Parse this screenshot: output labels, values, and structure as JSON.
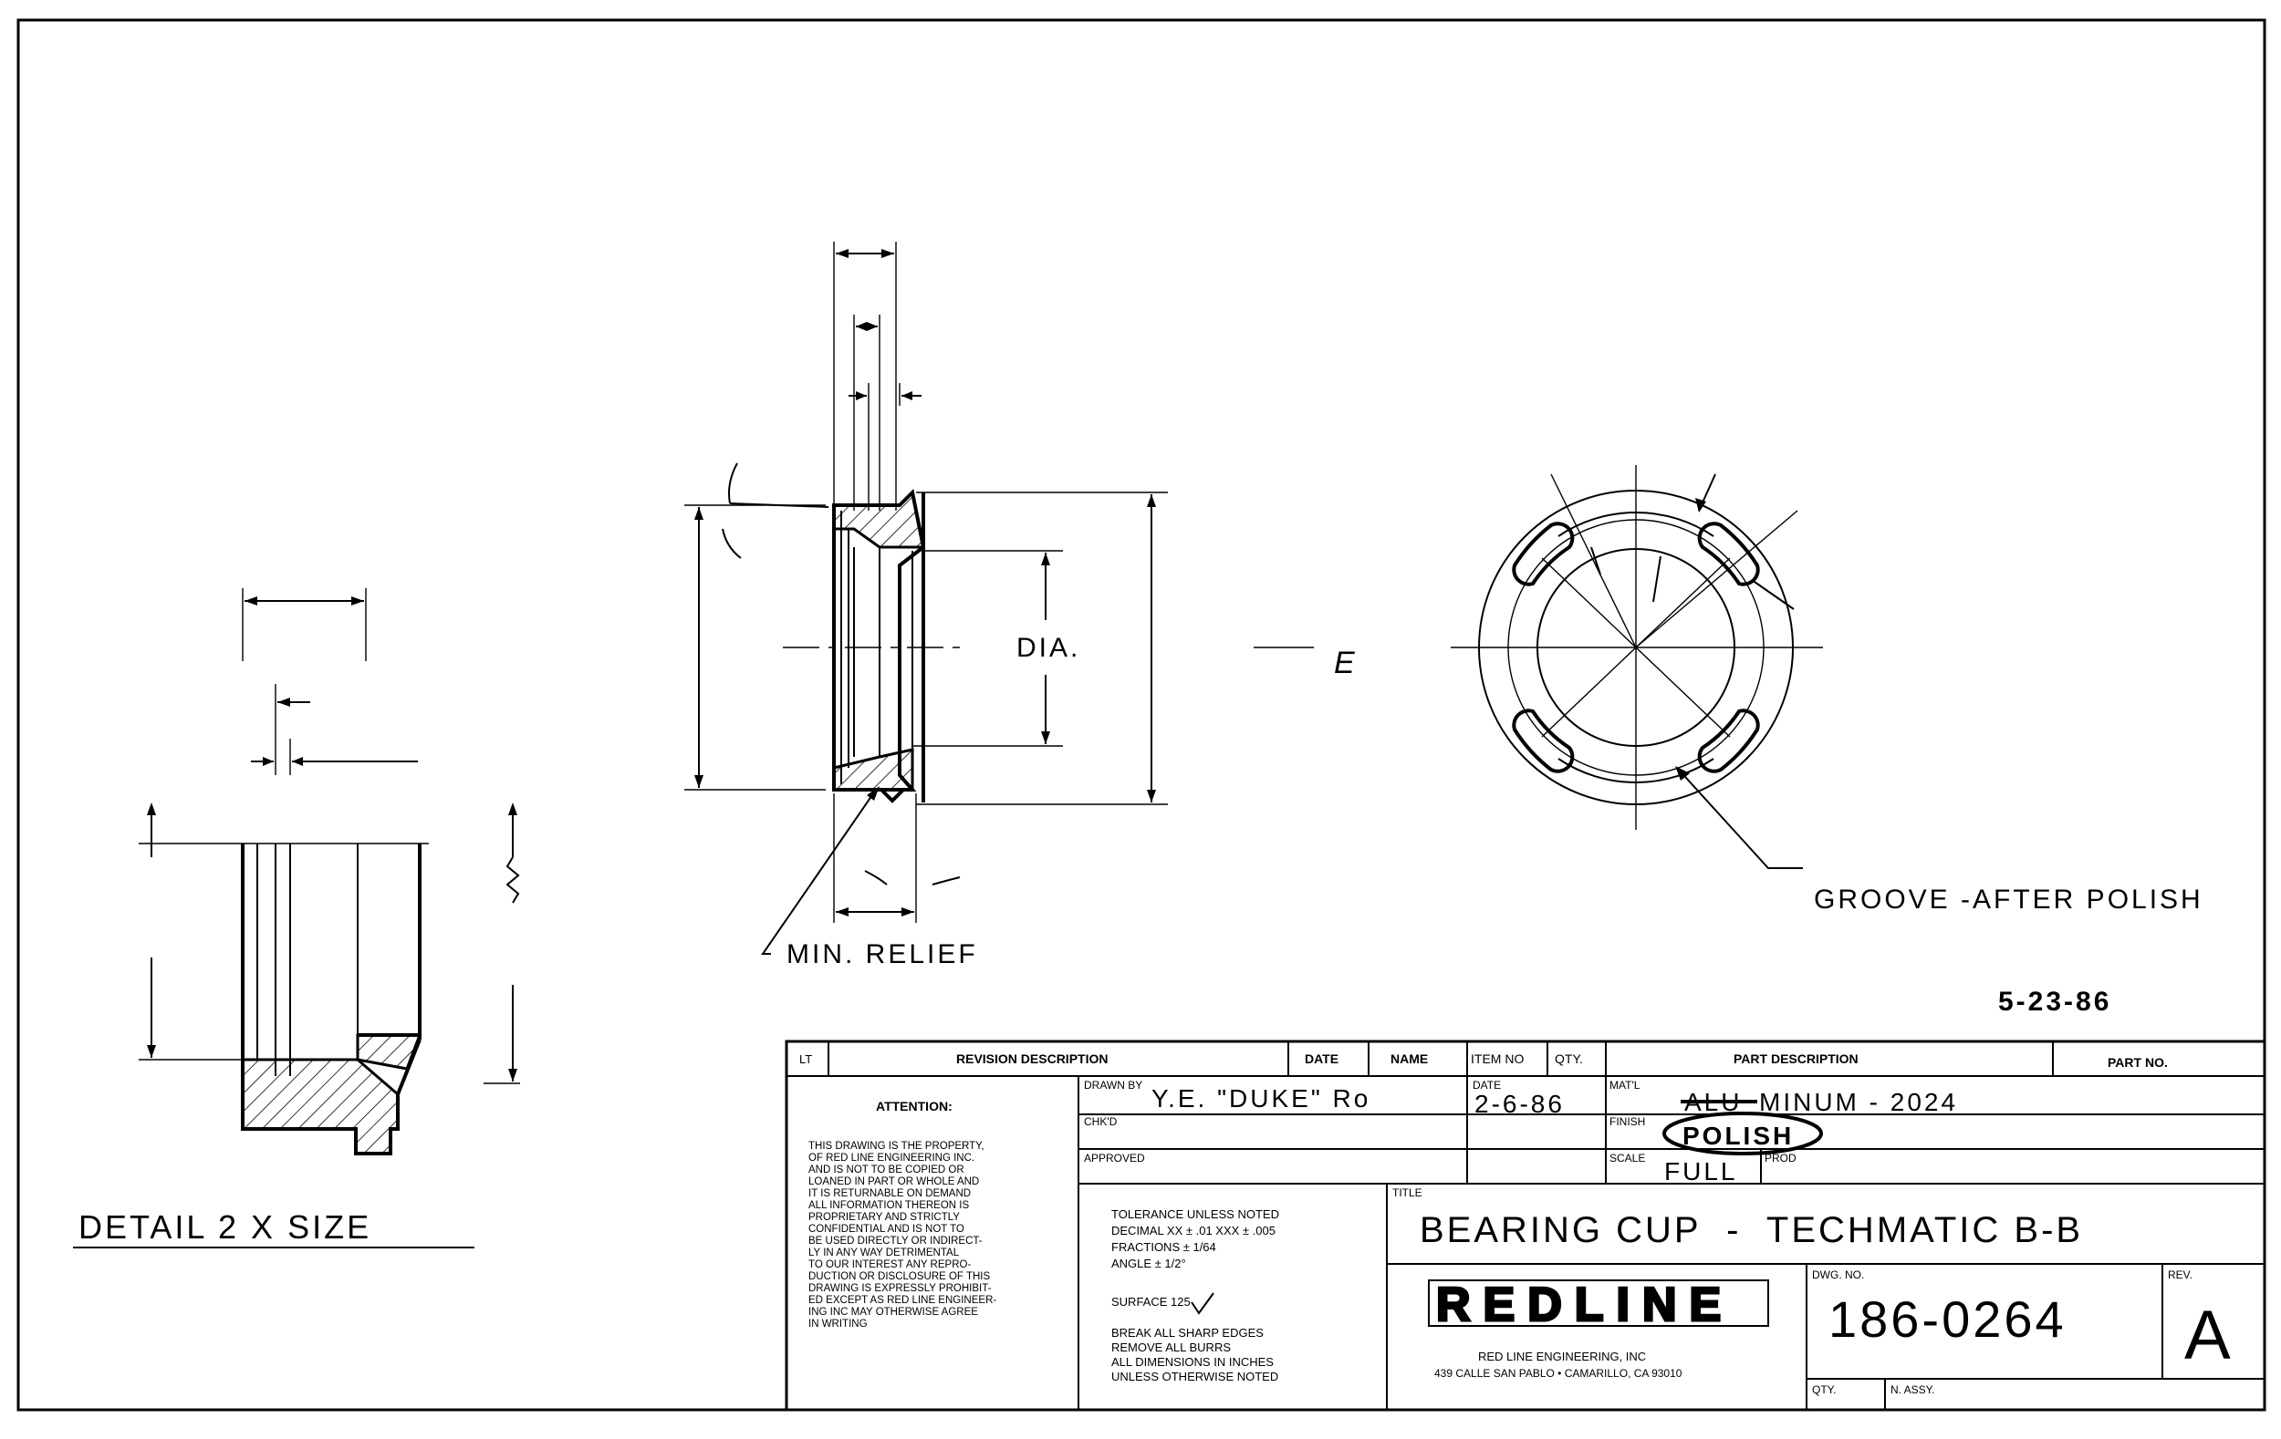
{
  "drawing": {
    "detail_label": "DETAIL 2 X SIZE",
    "min_relief_label": "MIN. RELIEF",
    "dia_label": "DIA.",
    "e_mark": "E",
    "groove_label": "GROOVE -AFTER POLISH",
    "date_note": "5-23-86"
  },
  "title_block": {
    "revision_header": {
      "lt": "LT",
      "description": "REVISION DESCRIPTION",
      "date": "DATE",
      "name": "NAME",
      "item_no": "ITEM NO",
      "qty": "QTY.",
      "part_description": "PART DESCRIPTION",
      "part_no": "PART NO."
    },
    "attention_title": "ATTENTION:",
    "attention_lines": [
      "THIS DRAWING IS THE PROPERTY,",
      "OF RED LINE ENGINEERING INC.",
      "AND IS NOT TO BE COPIED OR",
      "LOANED IN PART OR WHOLE AND",
      "IT IS RETURNABLE ON DEMAND",
      "ALL INFORMATION THEREON IS",
      "PROPRIETARY AND STRICTLY",
      "CONFIDENTIAL AND IS NOT TO",
      "BE USED DIRECTLY OR INDIRECT-",
      "LY IN ANY WAY DETRIMENTAL",
      "TO OUR INTEREST ANY REPRO-",
      "DUCTION OR DISCLOSURE OF THIS",
      "DRAWING IS EXPRESSLY PROHIBIT-",
      "ED EXCEPT AS RED LINE ENGINEER-",
      "ING INC MAY OTHERWISE AGREE",
      "IN WRITING"
    ],
    "drawn_by_label": "DRAWN BY",
    "drawn_by_value": "Y.E. \"DUKE\" Ro",
    "date_label": "DATE",
    "date_value": "2-6-86",
    "chkd_label": "CHK'D",
    "approved_label": "APPROVED",
    "matl_label": "MAT'L",
    "matl_struck": "ALU",
    "matl_value": "MINUM - 2024",
    "finish_label": "FINISH",
    "finish_value": "POLISH",
    "scale_label": "SCALE",
    "scale_value": "FULL",
    "prod_label": "PROD",
    "tolerance_lines": [
      "TOLERANCE UNLESS NOTED",
      "DECIMAL XX ± .01  XXX ± .005",
      "FRACTIONS ± 1/64",
      "ANGLE ± 1/2°"
    ],
    "surface_label": "SURFACE 125",
    "notes_lines": [
      "BREAK ALL SHARP EDGES",
      "REMOVE ALL BURRS",
      "ALL DIMENSIONS IN INCHES",
      "UNLESS OTHERWISE NOTED"
    ],
    "title_label": "TITLE",
    "title_value": "BEARING CUP  -  TECHMATIC B-B",
    "logo_text": "REDLINE",
    "company_name": "RED LINE ENGINEERING, INC",
    "company_address": "439 CALLE SAN PABLO • CAMARILLO, CA 93010",
    "dwg_no_label": "DWG. NO.",
    "dwg_no_value": "186-0264",
    "rev_label": "REV.",
    "rev_value": "A",
    "qty_label": "QTY.",
    "n_assy_label": "N. ASSY."
  }
}
